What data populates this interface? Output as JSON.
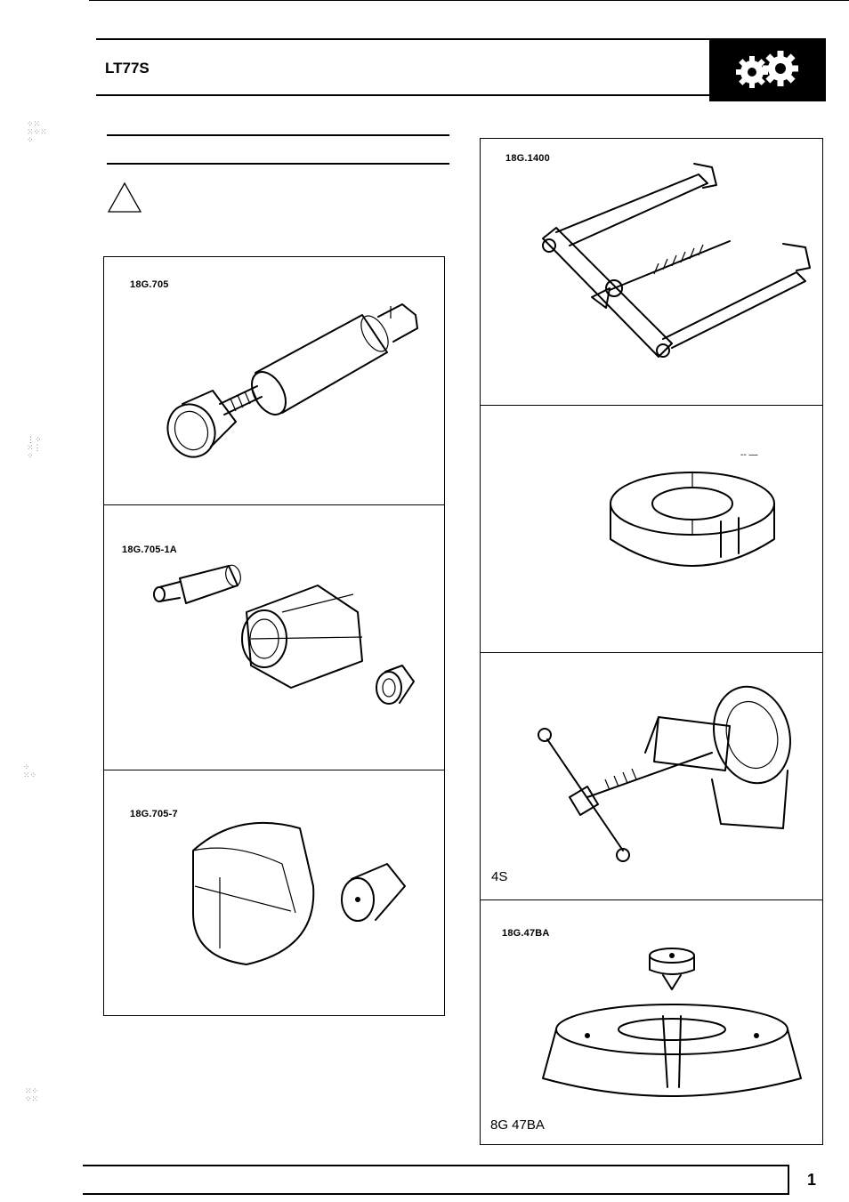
{
  "header": {
    "title": "LT77S",
    "section_icon": "gears-icon"
  },
  "left_tools": [
    {
      "label": "18G.705"
    },
    {
      "label": "18G.705-1A"
    },
    {
      "label": "18G.705-7"
    }
  ],
  "right_tools": [
    {
      "label": "18G.1400",
      "caption": ""
    },
    {
      "label": "",
      "caption": ""
    },
    {
      "label": "",
      "caption": "4S"
    },
    {
      "label": "18G.47BA",
      "caption": "8G 47BA"
    }
  ],
  "footer": {
    "page_number": "1"
  }
}
